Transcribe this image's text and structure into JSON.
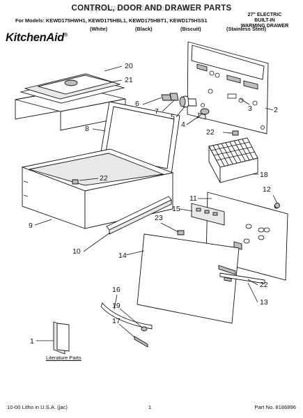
{
  "header": {
    "title": "CONTROL, DOOR AND DRAWER PARTS",
    "watermark": "AppliancePartsPros.com",
    "models": "For Models: KEWD175HWH1, KEWD175HBL1, KEWD175HBT1, KEWD175HSS1",
    "colors": [
      "(White)",
      "(Black)",
      "(Biscuit)",
      "(Stainless Steel)"
    ],
    "brand": "KitchenAid",
    "brand_mark": "®",
    "product_lines": [
      "27\" ELECTRIC",
      "BUILT-IN",
      "WARMING DRAWER"
    ]
  },
  "callouts": [
    "20",
    "21",
    "6",
    "7",
    "5",
    "4",
    "3",
    "2",
    "8",
    "22",
    "18",
    "22",
    "9",
    "11",
    "12",
    "15",
    "23",
    "10",
    "14",
    "22",
    "13",
    "16",
    "19",
    "17",
    "1"
  ],
  "booklet_label": "Literature Parts",
  "footer": {
    "left": "10-00 Litho in U.S.A. (jac)",
    "page": "1",
    "part_no": "Part No. 8186896"
  }
}
